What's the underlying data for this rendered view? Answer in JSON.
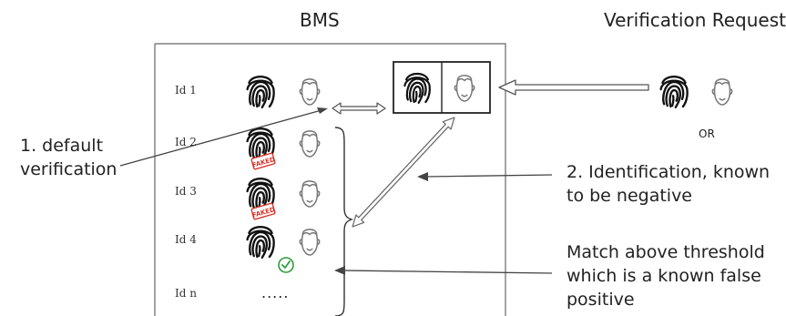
{
  "diagram": {
    "titles": {
      "bms": "BMS",
      "request": "Verification Request"
    },
    "ids": [
      "Id 1",
      "Id 2",
      "Id 3",
      "Id 4",
      "Id n"
    ],
    "more": ".....",
    "or_label": "OR",
    "stamp_text": "FAKED",
    "annotations": {
      "default_verification": [
        "1. default",
        "verification"
      ],
      "identification": [
        "2. Identification, known",
        "to be negative"
      ],
      "false_positive": [
        "Match above threshold",
        "which is a known false",
        "positive"
      ]
    },
    "colors": {
      "stamp": "#d9342b",
      "check": "#2e9e3a",
      "arrow": "#444444"
    }
  }
}
